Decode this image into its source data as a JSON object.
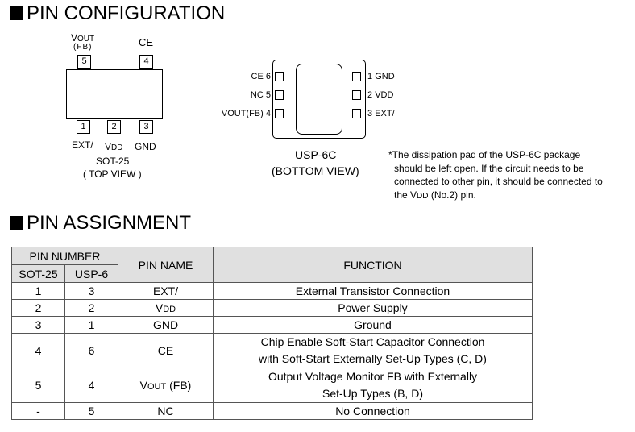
{
  "pin_configuration": {
    "title": "PIN CONFIGURATION",
    "sot25": {
      "top_pins": [
        {
          "name_main": "V",
          "name_sub": "OUT",
          "name_extra": "(FB)",
          "number": "5"
        },
        {
          "name_main": "CE",
          "number": "4"
        }
      ],
      "bottom_pins": [
        {
          "number": "1",
          "name": "EXT/"
        },
        {
          "number": "2",
          "name_main": "V",
          "name_sub": "DD"
        },
        {
          "number": "3",
          "name": "GND"
        }
      ],
      "package": "SOT-25",
      "view": "( TOP VIEW )"
    },
    "usp6c": {
      "left_pins": [
        {
          "label": "CE",
          "number": "6"
        },
        {
          "label": "NC",
          "number": "5"
        },
        {
          "label": "VOUT(FB)",
          "number": "4"
        }
      ],
      "right_pins": [
        {
          "number": "1",
          "label": "GND"
        },
        {
          "number": "2",
          "label": "VDD"
        },
        {
          "number": "3",
          "label": "EXT/"
        }
      ],
      "package": "USP-6C",
      "view": "(BOTTOM VIEW)"
    },
    "note": {
      "line1": "*The dissipation pad of the USP-6C package",
      "line2": "should be left open.  If the circuit needs to be",
      "line3": "connected to other pin, it should be connected to",
      "line4_pre": "the V",
      "line4_sub": "DD",
      "line4_post": " (No.2) pin."
    }
  },
  "pin_assignment": {
    "title": "PIN ASSIGNMENT",
    "headers": {
      "pin_number": "PIN NUMBER",
      "sot25": "SOT-25",
      "usp6": "USP-6",
      "pin_name": "PIN NAME",
      "function": "FUNCTION"
    },
    "rows": [
      {
        "sot25": "1",
        "usp6": "3",
        "name": "EXT/",
        "function1": "External Transistor Connection",
        "function2": ""
      },
      {
        "sot25": "2",
        "usp6": "2",
        "name_main": "V",
        "name_sub": "DD",
        "function1": "Power Supply",
        "function2": ""
      },
      {
        "sot25": "3",
        "usp6": "1",
        "name": "GND",
        "function1": "Ground",
        "function2": ""
      },
      {
        "sot25": "4",
        "usp6": "6",
        "name": "CE",
        "function1": "Chip Enable Soft-Start Capacitor Connection",
        "function2": "with Soft-Start Externally Set-Up Types (C, D)"
      },
      {
        "sot25": "5",
        "usp6": "4",
        "name_main": "V",
        "name_sub": "OUT",
        "name_post": " (FB)",
        "function1": "Output Voltage Monitor FB with Externally",
        "function2": "Set-Up Types (B, D)"
      },
      {
        "sot25": "-",
        "usp6": "5",
        "name": "NC",
        "function1": "No Connection",
        "function2": ""
      }
    ]
  }
}
